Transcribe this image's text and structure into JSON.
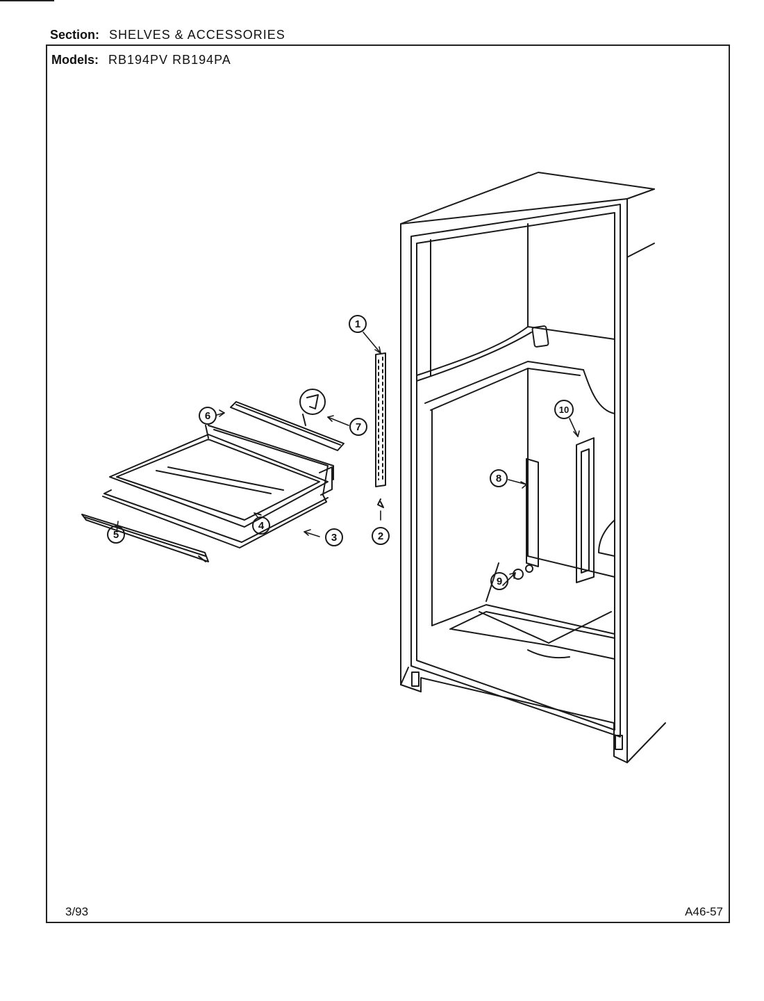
{
  "header": {
    "section_label": "Section:",
    "section_value": "SHELVES & ACCESSORIES",
    "models_label": "Models:",
    "models_value": "RB194PV RB194PA"
  },
  "footer": {
    "date": "3/93",
    "page_code": "A46-57"
  },
  "callouts": [
    "1",
    "2",
    "3",
    "4",
    "5",
    "6",
    "7",
    "8",
    "9",
    "10"
  ]
}
